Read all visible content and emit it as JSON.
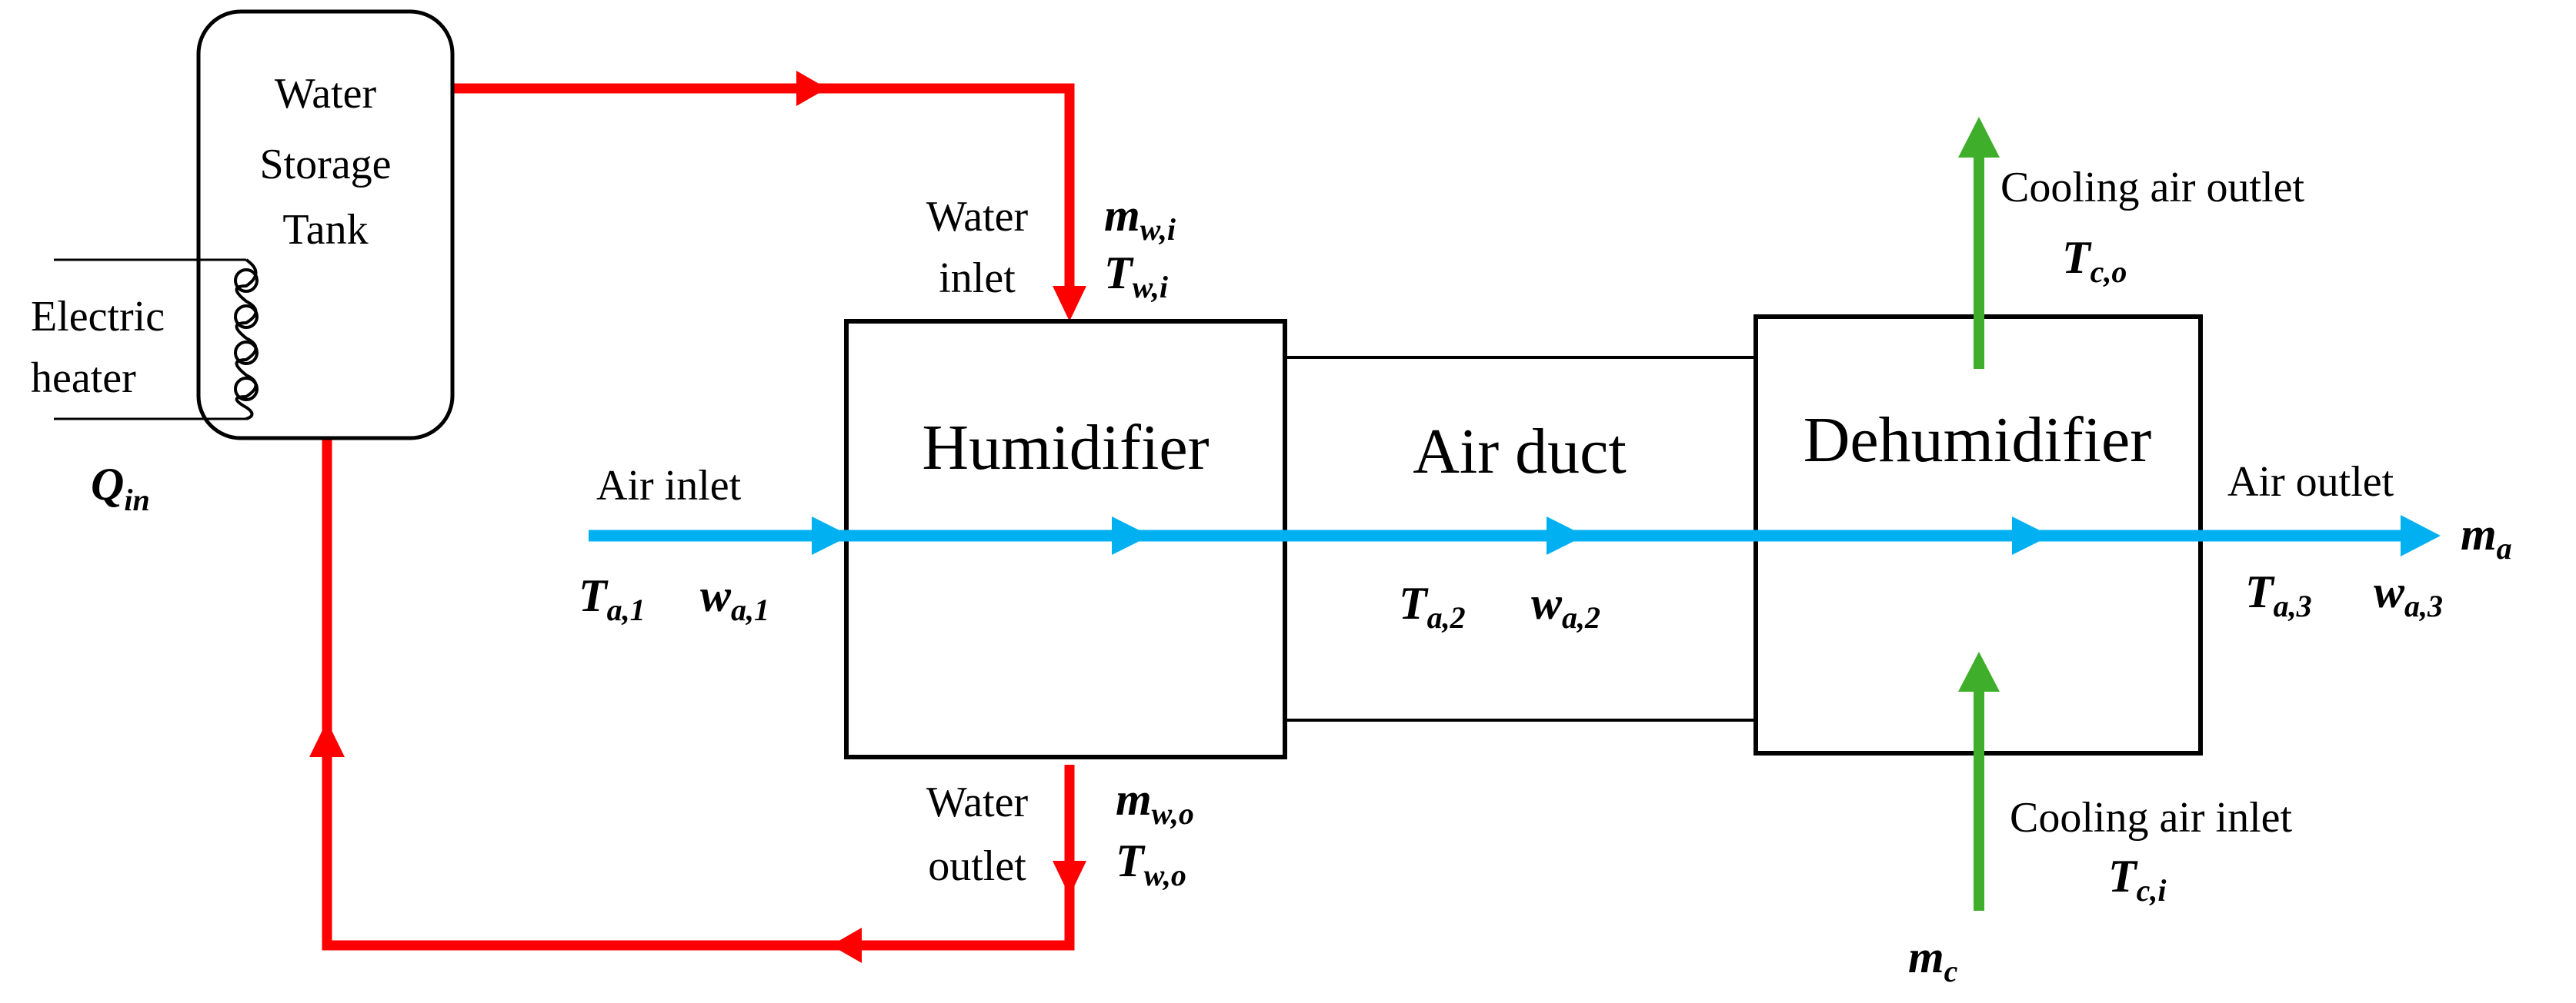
{
  "colors": {
    "water": "#ff0000",
    "air": "#00b0f0",
    "cooling": "#3fae2a",
    "line": "#000000"
  },
  "components": {
    "tank": [
      "Water",
      "Storage",
      "Tank"
    ],
    "heater": [
      "Electric",
      "heater"
    ],
    "humidifier": "Humidifier",
    "duct": "Air duct",
    "dehumidifier": "Dehumidifier"
  },
  "labels": {
    "air_inlet": "Air inlet",
    "air_outlet": "Air outlet",
    "water_inlet": [
      "Water",
      "inlet"
    ],
    "water_outlet": [
      "Water",
      "outlet"
    ],
    "cooling_air_outlet": "Cooling air outlet",
    "cooling_air_inlet": "Cooling air inlet"
  },
  "symbols": {
    "q_in": {
      "base": "Q",
      "sub": "in"
    },
    "m_wi": {
      "base": "m",
      "sub": "w,i"
    },
    "t_wi": {
      "base": "T",
      "sub": "w,i"
    },
    "m_wo": {
      "base": "m",
      "sub": "w,o"
    },
    "t_wo": {
      "base": "T",
      "sub": "w,o"
    },
    "t_a1": {
      "base": "T",
      "sub": "a,1"
    },
    "w_a1": {
      "base": "w",
      "sub": "a,1"
    },
    "t_a2": {
      "base": "T",
      "sub": "a,2"
    },
    "w_a2": {
      "base": "w",
      "sub": "a,2"
    },
    "t_a3": {
      "base": "T",
      "sub": "a,3"
    },
    "w_a3": {
      "base": "w",
      "sub": "a,3"
    },
    "t_co": {
      "base": "T",
      "sub": "c,o"
    },
    "t_ci": {
      "base": "T",
      "sub": "c,i"
    },
    "m_a": {
      "base": "m",
      "sub": "a"
    },
    "m_c": {
      "base": "m",
      "sub": "c"
    }
  }
}
